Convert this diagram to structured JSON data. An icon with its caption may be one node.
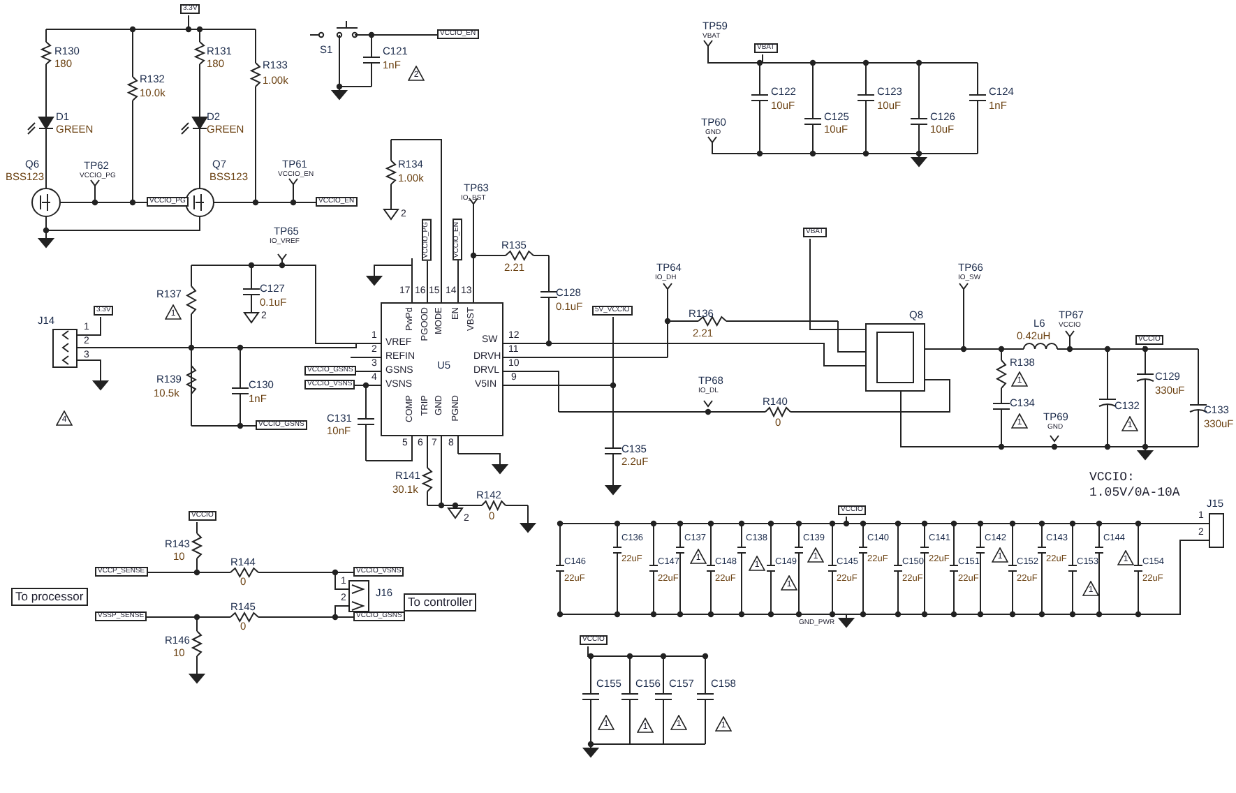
{
  "diagram": {
    "labels": [
      "3.3V",
      "R130",
      "180",
      "R132",
      "10.0k",
      "R131",
      "180",
      "R133",
      "1.00k",
      "D1",
      "GREEN",
      "D2",
      "GREEN",
      "Q6",
      "BSS123",
      "TP62",
      "VCCIO_PG",
      "Q7",
      "BSS123",
      "TP61",
      "VCCIO_EN",
      "VCCIO_PG",
      "VCCIO_EN",
      "S1",
      "C121",
      "1nF",
      "2",
      "VCCIO_EN",
      "TP59",
      "VBAT",
      "VBAT",
      "C122",
      "10uF",
      "C125",
      "10uF",
      "C123",
      "10uF",
      "C126",
      "10uF",
      "C124",
      "1nF",
      "TP60",
      "GND",
      "R134",
      "1.00k",
      "2",
      "VCCIO_PG",
      "VCCIO_EN",
      "TP63",
      "IO_BST",
      "R135",
      "2.21",
      "TP65",
      "IO_VREF",
      "C127",
      "0.1uF",
      "2",
      "R137",
      "1",
      "J14",
      "3.3V",
      "1",
      "2",
      "3",
      "R139",
      "10.5k",
      "C130",
      "1nF",
      "4",
      "VCCIO_GSNS",
      "17",
      "16",
      "15",
      "14",
      "13",
      "PwPd",
      "PGOOD",
      "MODE",
      "EN",
      "VBST",
      "1",
      "VREF",
      "2",
      "REFIN",
      "3",
      "GSNS",
      "4",
      "VSNS",
      "U5",
      "SW",
      "12",
      "DRVH",
      "11",
      "DRVL",
      "10",
      "V5IN",
      "9",
      "COMP",
      "TRIP",
      "GND",
      "PGND",
      "5",
      "6",
      "7",
      "8",
      "VCCIO_GSNS",
      "VCCIO_VSNS",
      "C131",
      "10nF",
      "R141",
      "30.1k",
      "2",
      "R142",
      "0",
      "C128",
      "0.1uF",
      "5V_VCCIO",
      "TP64",
      "IO_DH",
      "R136",
      "2.21",
      "TP68",
      "IO_DL",
      "R140",
      "0",
      "C135",
      "2.2uF",
      "VBAT",
      "Q8",
      "TP66",
      "IO_SW",
      "L6",
      "0.42uH",
      "TP67",
      "VCCIO",
      "VCCIO",
      "R138",
      "1",
      "C134",
      "1",
      "TP69",
      "GND",
      "C132",
      "1",
      "C129",
      "330uF",
      "C133",
      "330uF",
      "VCCIO:",
      "1.05V/0A-10A",
      "VCCIO",
      "R143",
      "10",
      "R144",
      "0",
      "VCCP_SENSE",
      "VCCIO_VSNS",
      "1",
      "2",
      "J16",
      "To processor",
      "To controller",
      "R145",
      "0",
      "VSSP_SENSE",
      "VCCIO_GSNS",
      "R146",
      "10",
      "VCCIO",
      "J15",
      "1",
      "2",
      "C146",
      "22uF",
      "C136",
      "22uF",
      "C147",
      "22uF",
      "C137",
      "1",
      "C148",
      "22uF",
      "C138",
      "1",
      "C149",
      "1",
      "C139",
      "1",
      "C145",
      "22uF",
      "C140",
      "22uF",
      "C150",
      "22uF",
      "C141",
      "22uF",
      "C151",
      "22uF",
      "C142",
      "1",
      "C152",
      "22uF",
      "C143",
      "22uF",
      "C153",
      "1",
      "C144",
      "1",
      "C154",
      "22uF",
      "GND_PWR",
      "VCCIO",
      "C155",
      "1",
      "C156",
      "1",
      "C157",
      "1",
      "C158",
      "1"
    ]
  }
}
